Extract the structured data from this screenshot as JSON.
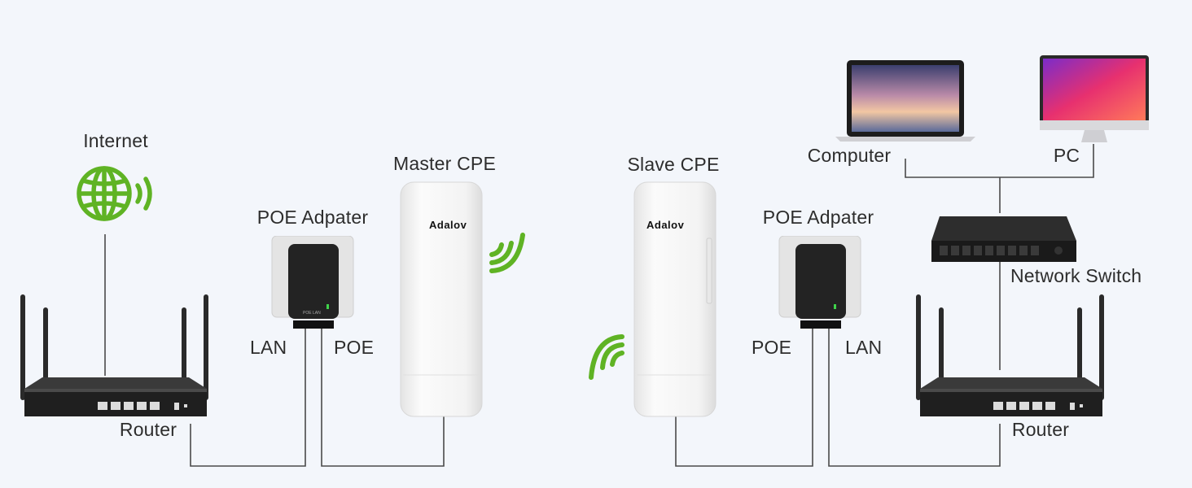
{
  "labels": {
    "internet": "Internet",
    "router_left": "Router",
    "poe_adapter_left": "POE Adpater",
    "lan_left": "LAN",
    "poe_left": "POE",
    "master_cpe": "Master CPE",
    "slave_cpe": "Slave CPE",
    "poe_adapter_right": "POE Adpater",
    "poe_right": "POE",
    "lan_right": "LAN",
    "computer": "Computer",
    "pc": "PC",
    "network_switch": "Network Switch",
    "router_right": "Router"
  },
  "brand": {
    "master": "Adalov",
    "slave": "Adalov"
  },
  "colors": {
    "background": "#f3f6fb",
    "wifi_green": "#5fb324",
    "line": "#4a4a4a",
    "device_white": "#f7f7f7",
    "device_black": "#222222"
  },
  "icons": [
    "globe-icon",
    "wifi-signal-icon"
  ]
}
